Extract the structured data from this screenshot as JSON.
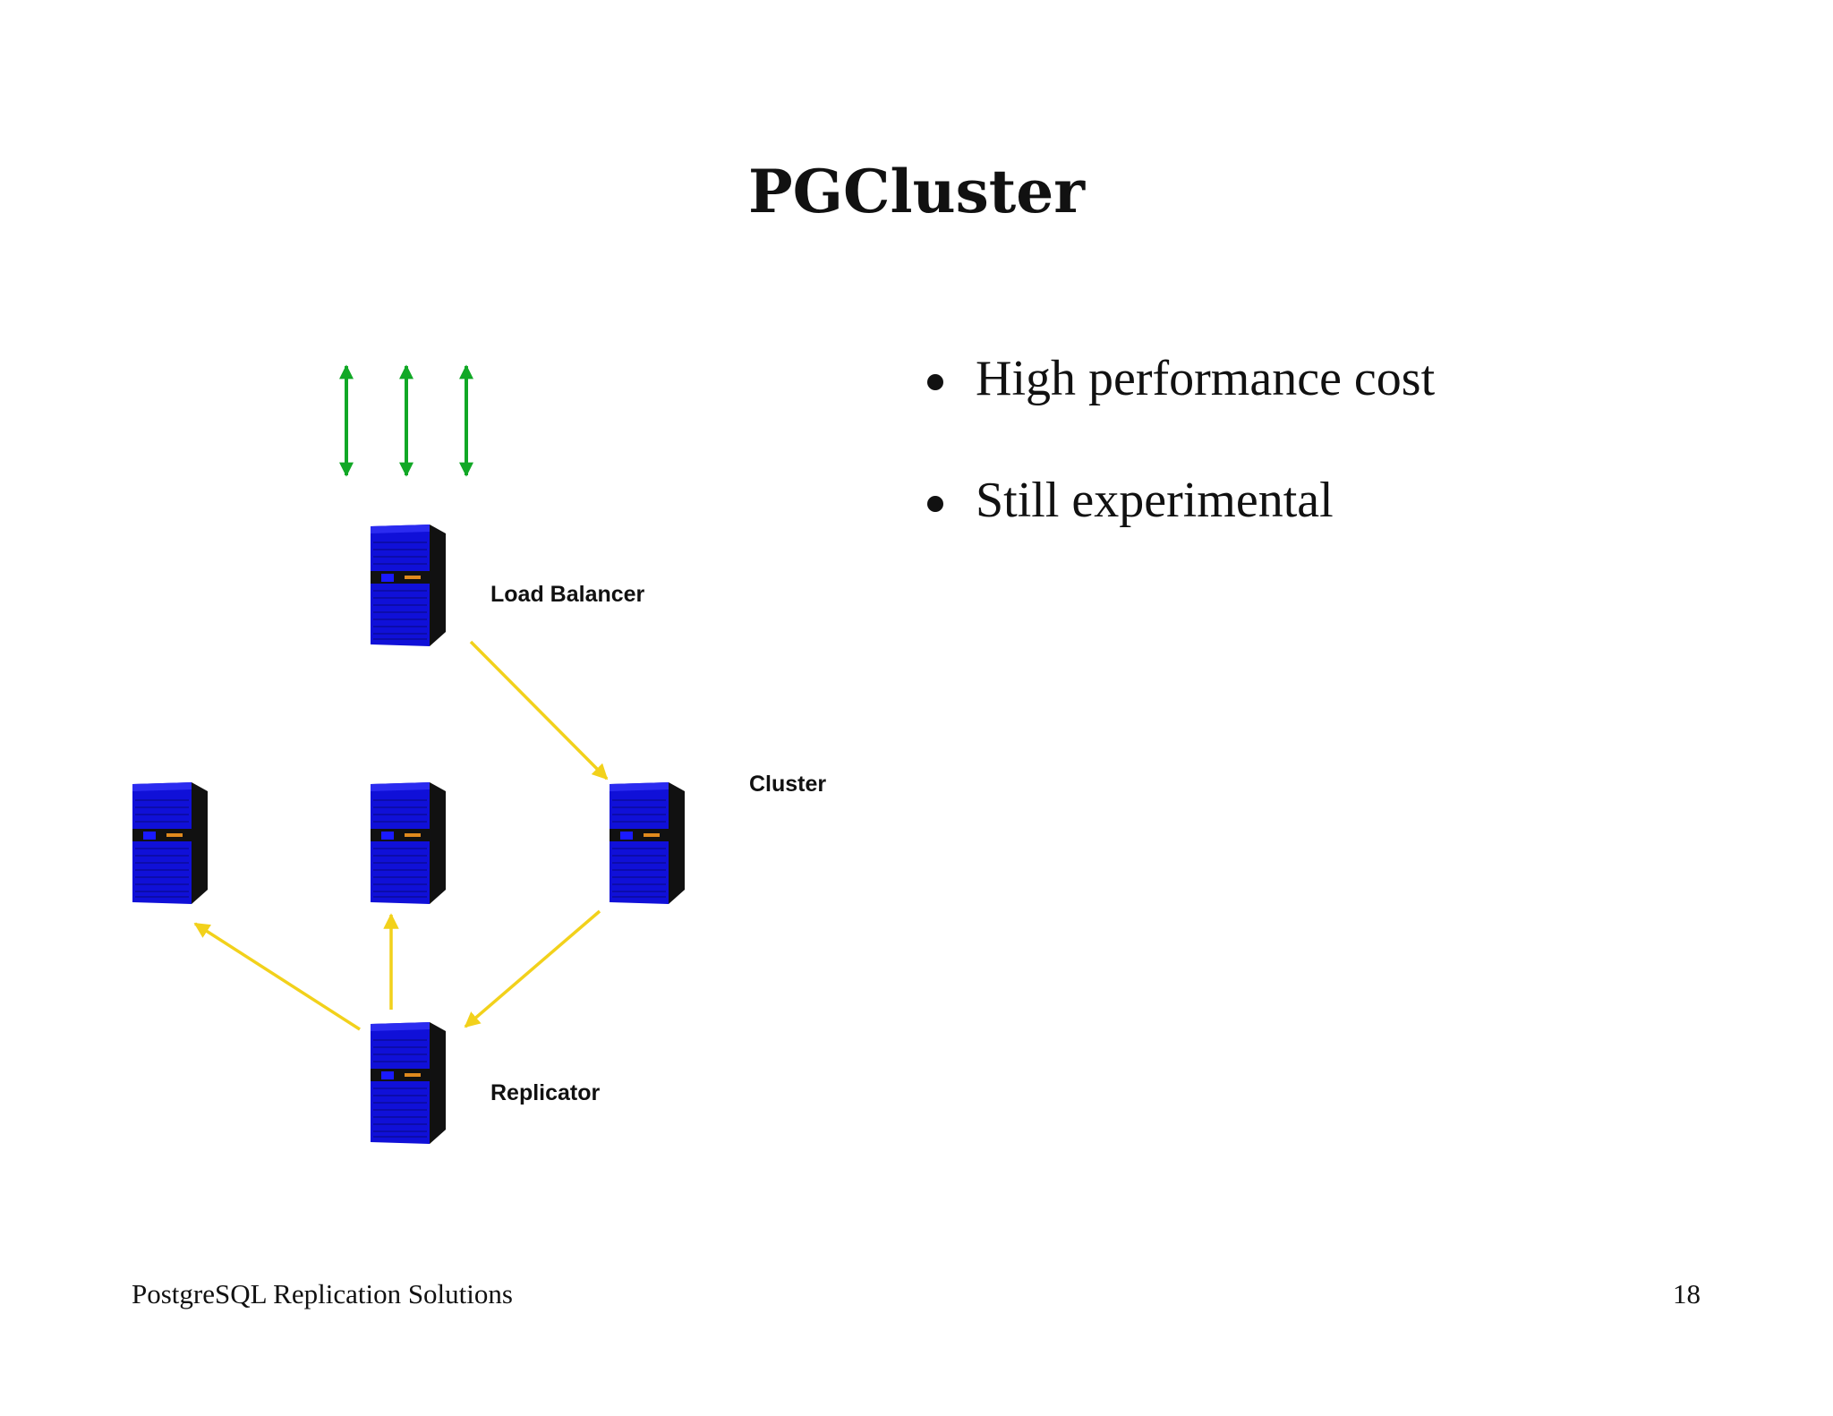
{
  "slide": {
    "title": "PGCluster",
    "bullets": [
      "High performance cost",
      "Still experimental"
    ],
    "footer_text": "PostgreSQL Replication Solutions",
    "page_number": "18"
  },
  "diagram": {
    "labels": {
      "load_balancer": "Load Balancer",
      "cluster": "Cluster",
      "replicator": "Replicator"
    },
    "colors": {
      "client_arrow": "#11a826",
      "flow_arrow": "#f2d11b",
      "server_front": "#1010d8",
      "server_side": "#111111"
    },
    "icons": [
      "server-icon"
    ]
  }
}
